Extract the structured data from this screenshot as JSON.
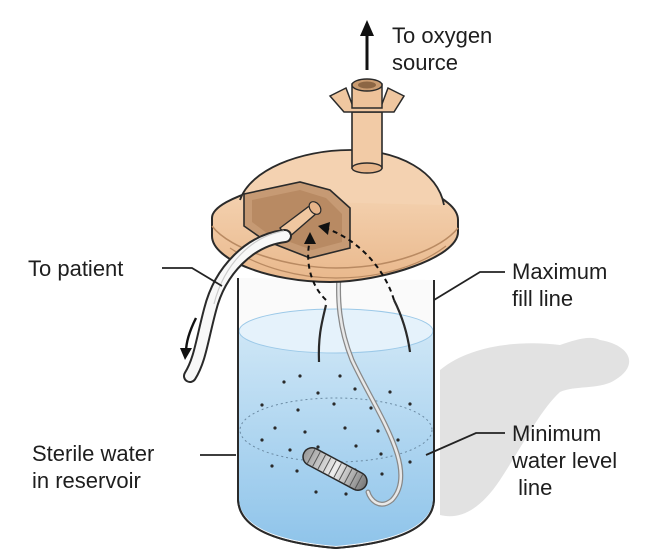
{
  "labels": {
    "oxygen_source": "To oxygen\nsource",
    "patient": "To patient",
    "max_fill": "Maximum\nfill line",
    "sterile_water": "Sterile water\nin reservoir",
    "min_water": "Minimum\nwater level\n line"
  },
  "colors": {
    "cap": "#f1c9a3",
    "cap_shadow": "#d9a57a",
    "water_top": "#cfe6f6",
    "water_bottom": "#8ec3ea",
    "outline": "#2a2a2a",
    "shadow": "#e3e3e3"
  }
}
